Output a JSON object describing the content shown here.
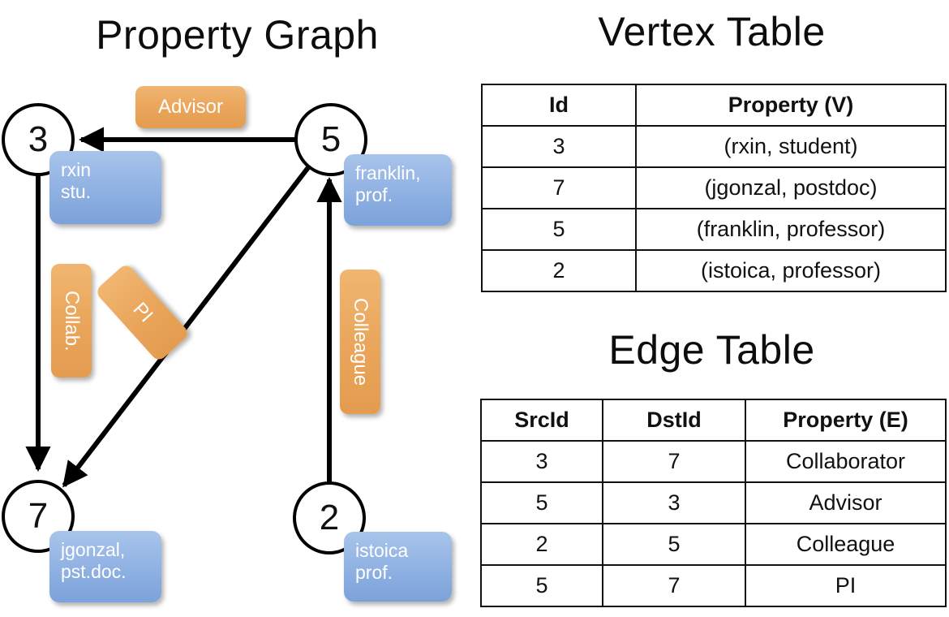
{
  "titles": {
    "property_graph": "Property Graph",
    "vertex_table": "Vertex Table",
    "edge_table": "Edge Table"
  },
  "graph": {
    "nodes": [
      {
        "id": "3",
        "property_label": "rxin\nstu."
      },
      {
        "id": "5",
        "property_label": "franklin,\nprof."
      },
      {
        "id": "7",
        "property_label": "jgonzal,\npst.doc."
      },
      {
        "id": "2",
        "property_label": "istoica\nprof."
      }
    ],
    "node_labels": {
      "n3": "3",
      "n5": "5",
      "n7": "7",
      "n2": "2"
    },
    "vertex_boxes": {
      "rxin_line1": "rxin",
      "rxin_line2": "stu.",
      "franklin_line1": "franklin,",
      "franklin_line2": "prof.",
      "jgonzal_line1": "jgonzal,",
      "jgonzal_line2": "pst.doc.",
      "istoica_line1": "istoica",
      "istoica_line2": "prof."
    },
    "edge_labels": {
      "advisor": "Advisor",
      "collab": "Collab.",
      "pi": "PI",
      "colleague": "Colleague"
    },
    "edges": [
      {
        "from": "5",
        "to": "3",
        "label": "Advisor"
      },
      {
        "from": "3",
        "to": "7",
        "label": "Collab."
      },
      {
        "from": "5",
        "to": "7",
        "label": "PI"
      },
      {
        "from": "2",
        "to": "5",
        "label": "Colleague"
      }
    ]
  },
  "vertex_table": {
    "headers": [
      "Id",
      "Property (V)"
    ],
    "rows": [
      {
        "id": "3",
        "property": "(rxin, student)"
      },
      {
        "id": "7",
        "property": "(jgonzal, postdoc)"
      },
      {
        "id": "5",
        "property": "(franklin, professor)"
      },
      {
        "id": "2",
        "property": "(istoica, professor)"
      }
    ]
  },
  "edge_table": {
    "headers": [
      "SrcId",
      "DstId",
      "Property (E)"
    ],
    "rows": [
      {
        "src": "3",
        "dst": "7",
        "property": "Collaborator"
      },
      {
        "src": "5",
        "dst": "3",
        "property": "Advisor"
      },
      {
        "src": "2",
        "dst": "5",
        "property": "Colleague"
      },
      {
        "src": "5",
        "dst": "7",
        "property": "PI"
      }
    ]
  },
  "colors": {
    "vertex_box": "#93b4e4",
    "edge_box": "#eaa65c",
    "vertex_table_property_bg": "#d3dff1",
    "edge_table_property_bg": "#f7ddc2",
    "stroke": "#111111",
    "background": "#ffffff"
  }
}
